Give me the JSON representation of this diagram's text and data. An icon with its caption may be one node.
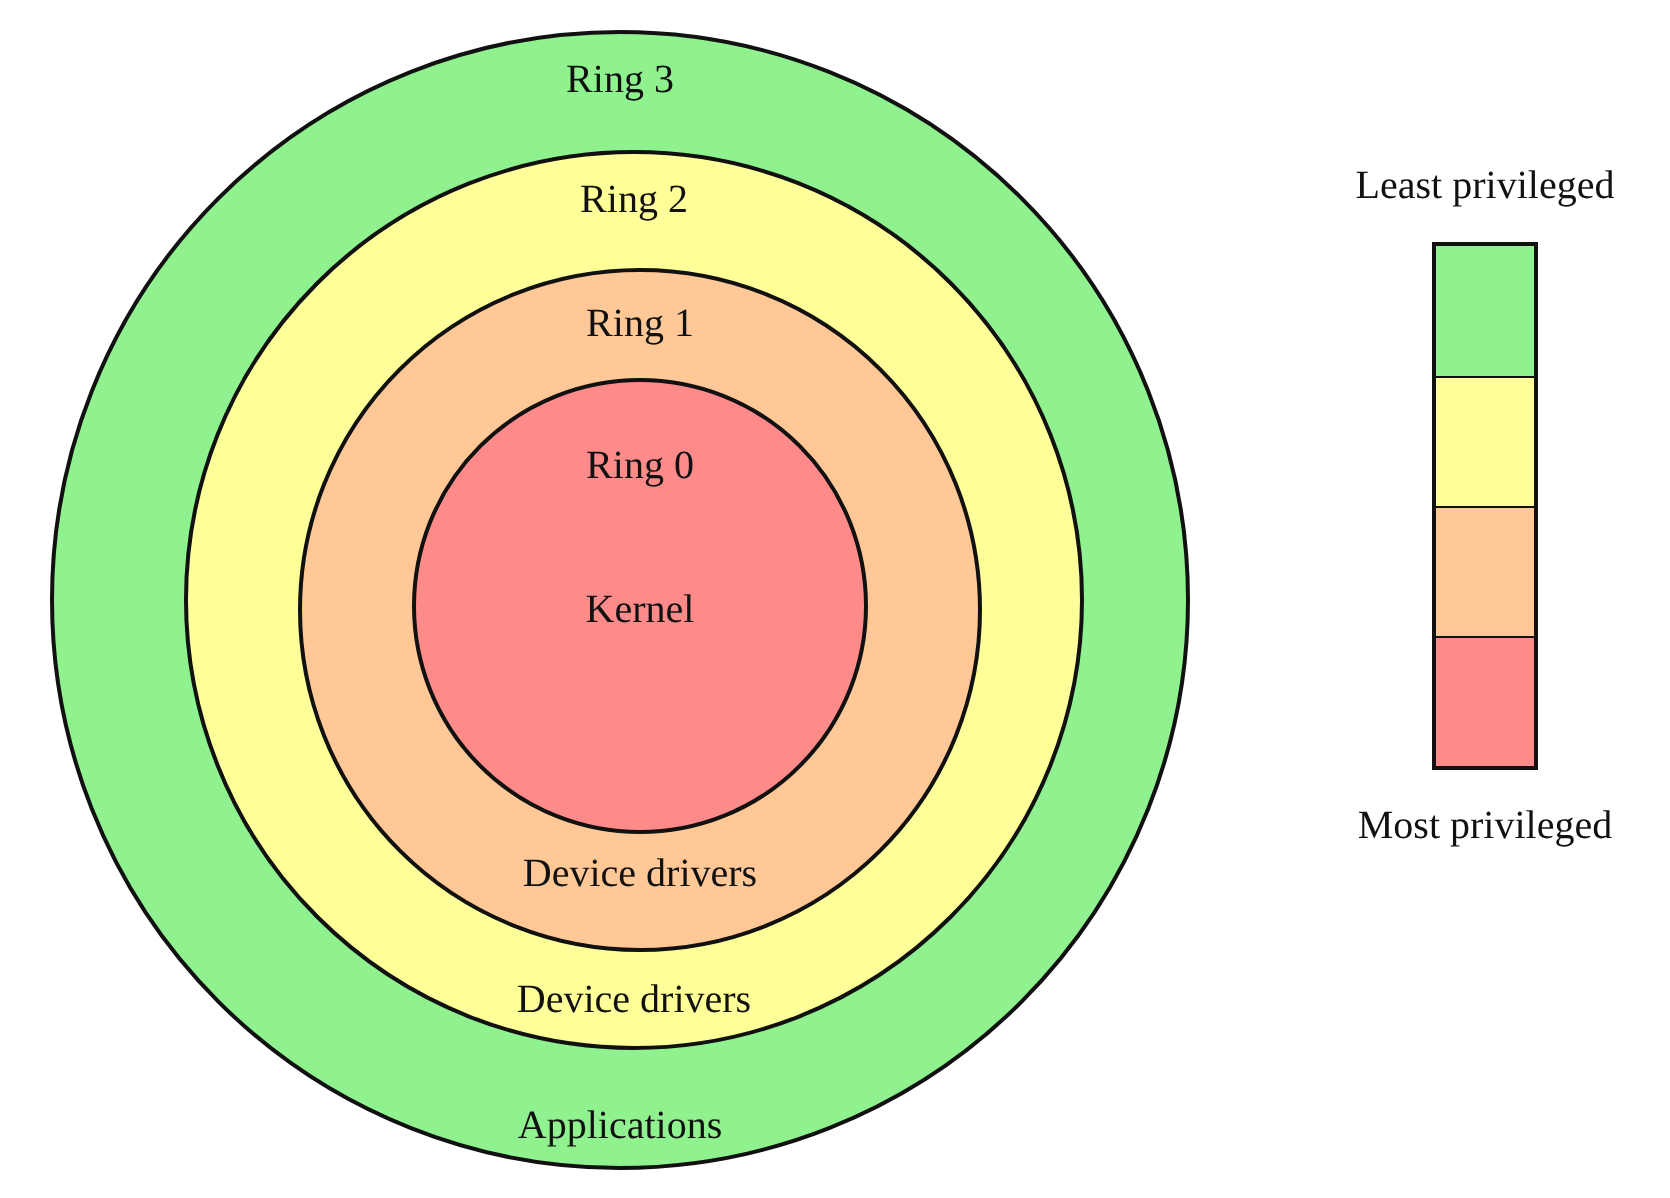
{
  "diagram": {
    "nodes": [
      {
        "text": [
          "Ring 3",
          "Applications"
        ]
      },
      {
        "text": [
          "Ring 2",
          "Device drivers"
        ],
        "in": 0
      },
      {
        "text": [
          "Ring 1",
          "Device drivers"
        ],
        "in": 1
      },
      {
        "text": [
          "Ring 0",
          "Kernel"
        ],
        "in": 2
      },
      {
        "text": [
          "Least privileged",
          "Most privileged"
        ]
      },
      {
        "text": [],
        "shape": "box",
        "in": 4
      },
      {
        "text": [],
        "shape": "box",
        "in": 4
      },
      {
        "text": [],
        "shape": "box",
        "in": 4
      },
      {
        "text": [],
        "shape": "box",
        "in": 4
      }
    ]
  }
}
